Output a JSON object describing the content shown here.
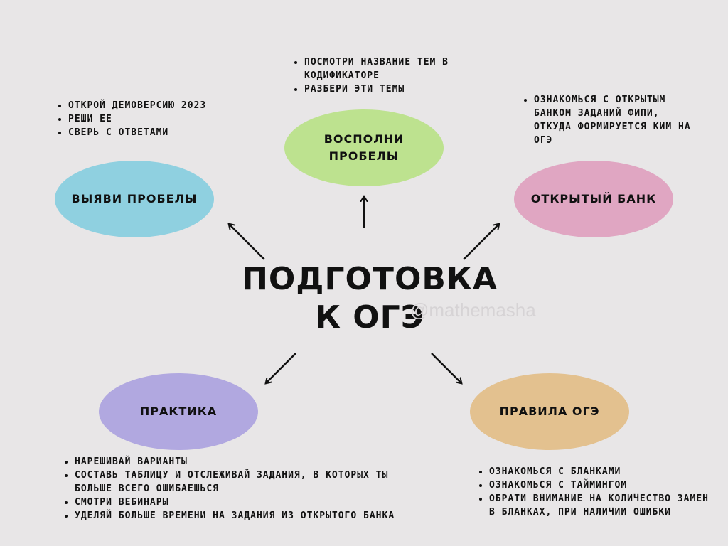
{
  "title": "Подготовка к ОГЭ",
  "watermark": "@mathemasha",
  "colors": {
    "background": "#e8e6e7",
    "identify_gaps": "#8fd0e0",
    "fill_gaps": "#bde28f",
    "open_bank": "#e0a6c2",
    "practice": "#b1a8e0",
    "rules": "#e3c18f"
  },
  "nodes": {
    "identify_gaps": {
      "label": "Выяви пробелы",
      "items": [
        "Открой демоверсию 2023",
        "Реши ее",
        "Сверь с ответами"
      ]
    },
    "fill_gaps": {
      "label": "Восполни пробелы",
      "items": [
        "Посмотри название тем в кодификаторе",
        "Разбери эти темы"
      ]
    },
    "open_bank": {
      "label": "Открытый банк",
      "items": [
        "Ознакомься с открытым банком заданий ФИПИ, откуда формируется КИМ на ОГЭ"
      ]
    },
    "practice": {
      "label": "Практика",
      "items": [
        "Нарешивай варианты",
        "Составь таблицу и отслеживай задания, в которых ты больше всего ошибаешься",
        "Смотри вебинары",
        "Уделяй больше времени на задания из открытого банка"
      ]
    },
    "rules": {
      "label": "Правила ОГЭ",
      "items": [
        "Ознакомься с бланками",
        "Ознакомься с таймингом",
        "Обрати внимание на количество замен в бланках, при наличии ошибки"
      ]
    }
  }
}
